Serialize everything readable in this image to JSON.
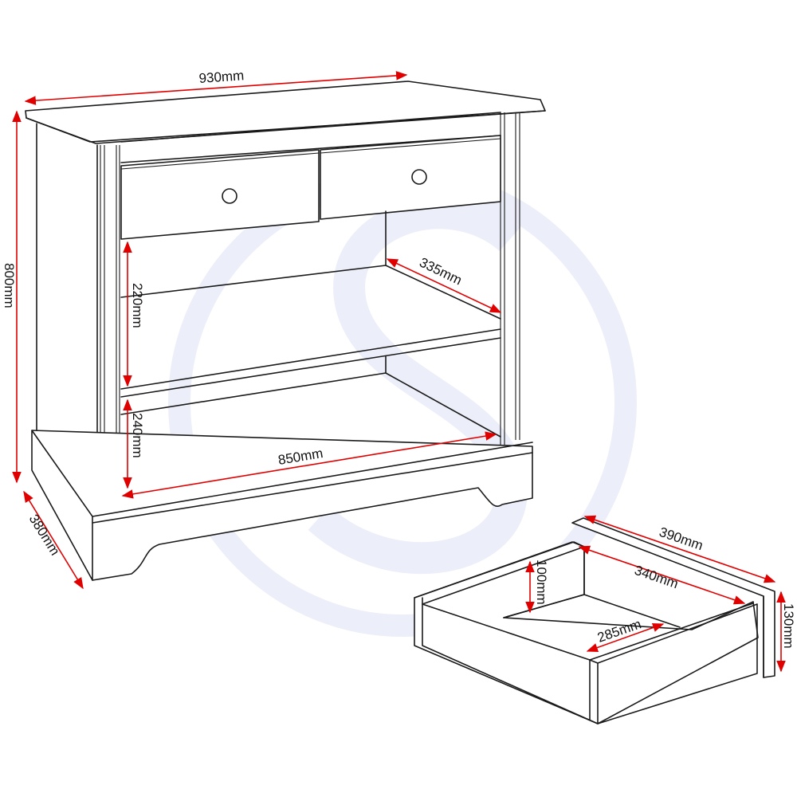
{
  "diagram": {
    "type": "furniture dimension drawing",
    "subject": "two-drawer console / bookcase cabinet with separate drawer detail",
    "colors": {
      "outline": "#1a1a1a",
      "dimension_arrows": "#e00000",
      "watermark": "#eceef9",
      "background": "#ffffff"
    },
    "cabinet": {
      "width_label": "930mm",
      "height_label": "800mm",
      "depth_label": "380mm",
      "shelf_depth_label": "335mm",
      "upper_opening_label": "220mm",
      "lower_opening_label": "240mm",
      "internal_width_label": "850mm",
      "drawer_count": 2,
      "knob_icon": "round-knob"
    },
    "drawer": {
      "outer_depth_label": "390mm",
      "inner_depth_label": "340mm",
      "inner_width_label": "285mm",
      "inner_height_label": "100mm",
      "front_height_label": "130mm"
    },
    "watermark": {
      "icon": "circle-s-logo"
    }
  }
}
